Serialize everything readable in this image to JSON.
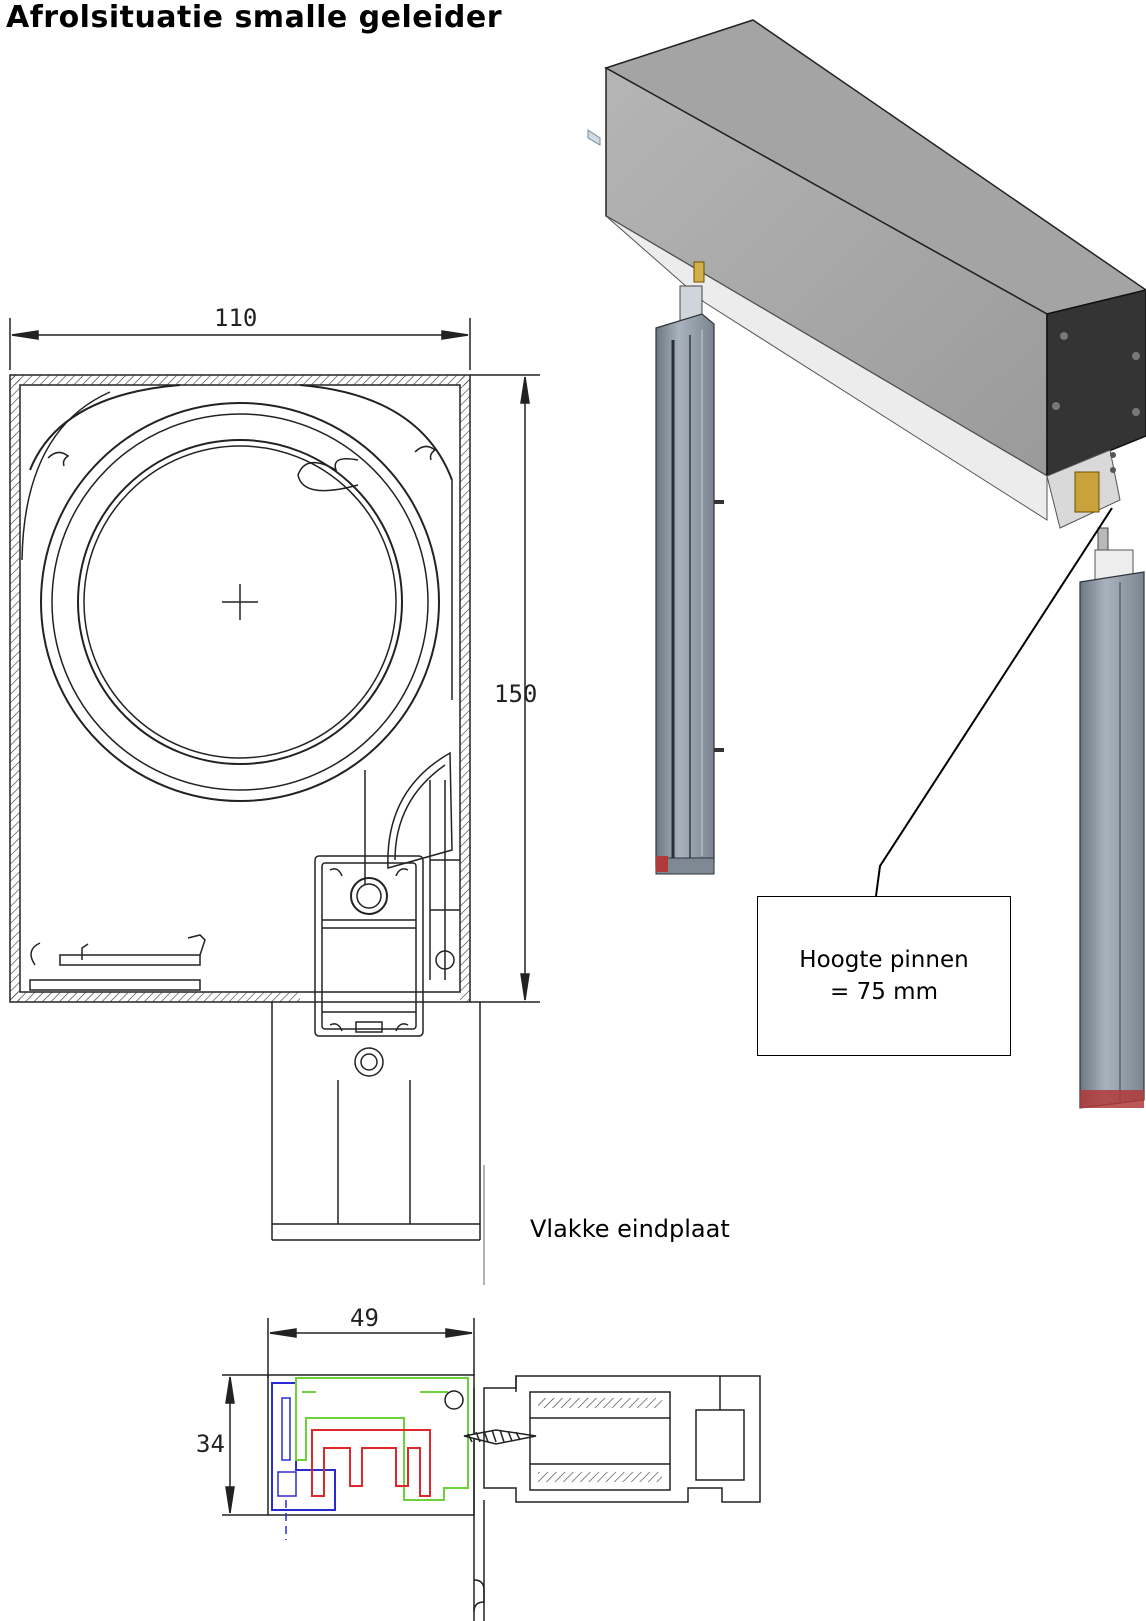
{
  "title": "Afrolsituatie smalle geleider",
  "callout": {
    "line1": "Hoogte pinnen",
    "line2": "= 75 mm"
  },
  "caption": "Vlakke eindplaat",
  "dimensions": {
    "box_width": "110",
    "box_height": "150",
    "rail_width": "49",
    "rail_height": "34"
  },
  "colors": {
    "housing": "#a6a6a6",
    "housing_dark": "#3a3a3a",
    "rail": "#8d98a3",
    "outline_blue": "#2b2bd6",
    "outline_green": "#6fd13a",
    "outline_red": "#e0282c"
  }
}
